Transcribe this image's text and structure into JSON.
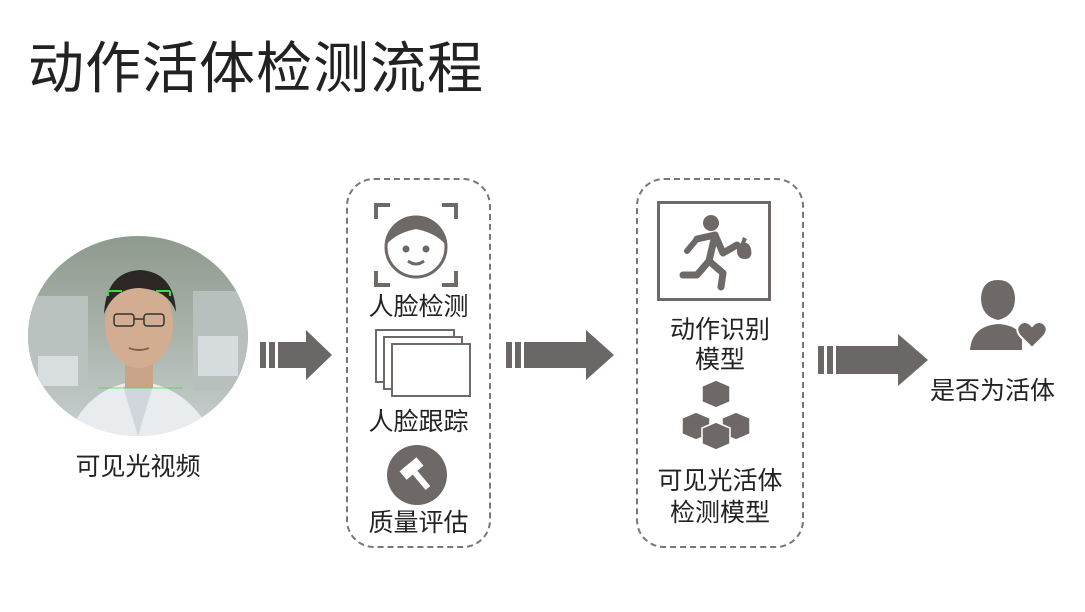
{
  "title": "动作活体检测流程",
  "input": {
    "label": "可见光视频"
  },
  "stage1": {
    "steps": [
      {
        "label": "人脸检测",
        "icon": "face-detection-icon"
      },
      {
        "label": "人脸跟踪",
        "icon": "stacked-frames-icon"
      },
      {
        "label": "质量评估",
        "icon": "gavel-icon"
      }
    ]
  },
  "stage2": {
    "models": [
      {
        "label_line1": "动作识别",
        "label_line2": "模型",
        "icon": "running-person-icon"
      },
      {
        "label_line1": "可见光活体",
        "label_line2": "检测模型",
        "icon": "cubes-icon"
      }
    ]
  },
  "output": {
    "label": "是否为活体",
    "icon": "person-heart-icon"
  },
  "colors": {
    "icon_gray": "#6e6967",
    "arrow_gray": "#6b6766",
    "dash_border": "#777777"
  }
}
